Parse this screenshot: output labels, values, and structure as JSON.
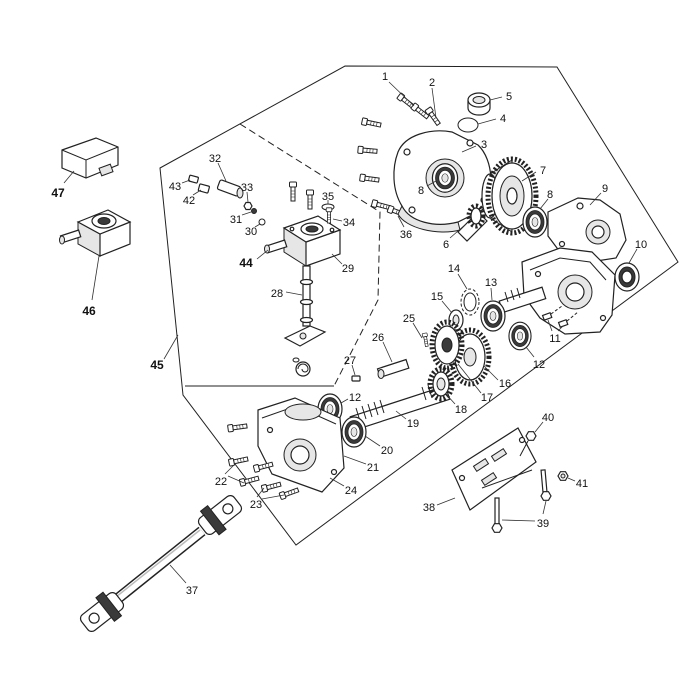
{
  "diagram": {
    "callouts": [
      "1",
      "2",
      "3",
      "4",
      "5",
      "6",
      "7",
      "8",
      "8",
      "9",
      "10",
      "11",
      "12",
      "13",
      "14",
      "15",
      "16",
      "17",
      "18",
      "19",
      "20",
      "21",
      "22",
      "23",
      "24",
      "25",
      "26",
      "27",
      "28",
      "29",
      "30",
      "31",
      "32",
      "33",
      "34",
      "35",
      "36",
      "37",
      "38",
      "39",
      "40",
      "41",
      "42",
      "43",
      "44",
      "45",
      "46",
      "47",
      "12"
    ]
  },
  "colors": {
    "line": "#222222",
    "background": "#ffffff",
    "shade": "#e6e6e6"
  }
}
